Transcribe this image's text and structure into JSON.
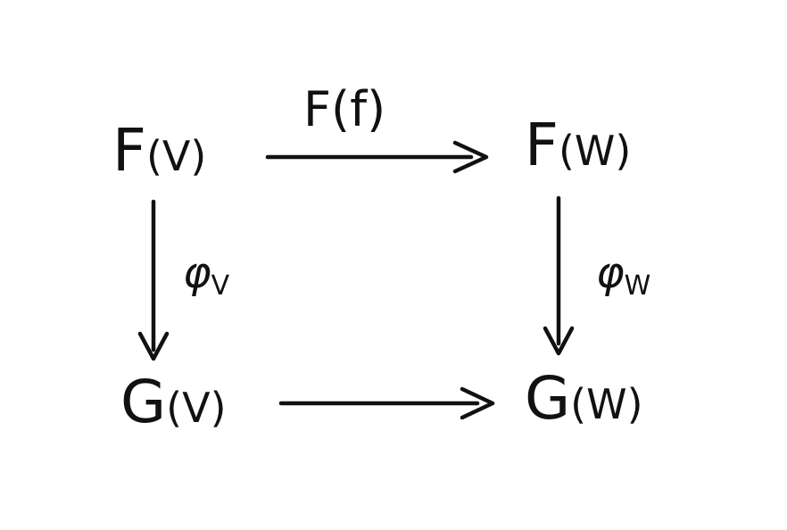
{
  "nodes": {
    "top_left": {
      "main": "F",
      "arg": "(V)"
    },
    "top_right": {
      "main": "F",
      "arg": "(W)"
    },
    "bottom_left": {
      "main": "G",
      "arg": "(V)"
    },
    "bottom_right": {
      "main": "G",
      "arg": "(W)"
    }
  },
  "arrows": {
    "top": {
      "label": "F(f)"
    },
    "left": {
      "label_symbol": "φ",
      "label_sub": "V"
    },
    "right": {
      "label_symbol": "φ",
      "label_sub": "W"
    },
    "bottom": {
      "label": ""
    }
  },
  "colors": {
    "ink": "#111111",
    "background": "#ffffff"
  }
}
